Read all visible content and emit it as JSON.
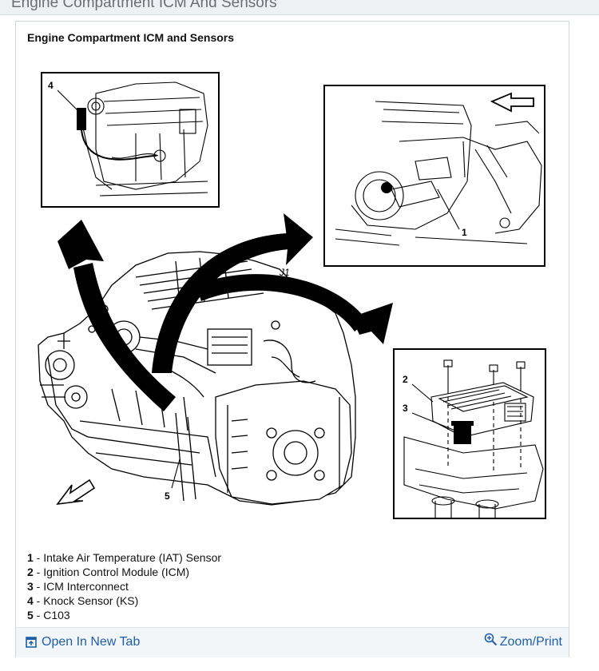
{
  "header": {
    "title": "Engine Compartment ICM And Sensors"
  },
  "card": {
    "title": "Engine Compartment ICM and Sensors"
  },
  "callouts": {
    "c1": "1",
    "c2": "2",
    "c3": "3",
    "c4": "4",
    "c5": "5",
    "c_engine": "J1"
  },
  "legend": [
    {
      "num": "1",
      "text": " - Intake Air Temperature (IAT) Sensor"
    },
    {
      "num": "2",
      "text": " - Ignition Control Module (ICM)"
    },
    {
      "num": "3",
      "text": " - ICM Interconnect"
    },
    {
      "num": "4",
      "text": " - Knock Sensor (KS)"
    },
    {
      "num": "5",
      "text": " - C103"
    }
  ],
  "footer": {
    "open_tab_label": "Open In New Tab",
    "zoom_label": "Zoom/Print"
  },
  "colors": {
    "link": "#1f5fa8",
    "footer_bg": "#f3f6f9",
    "border": "#cfd6dd"
  },
  "icons": {
    "open_tab": "open-in-new-tab-icon",
    "zoom": "zoom-in-icon"
  }
}
